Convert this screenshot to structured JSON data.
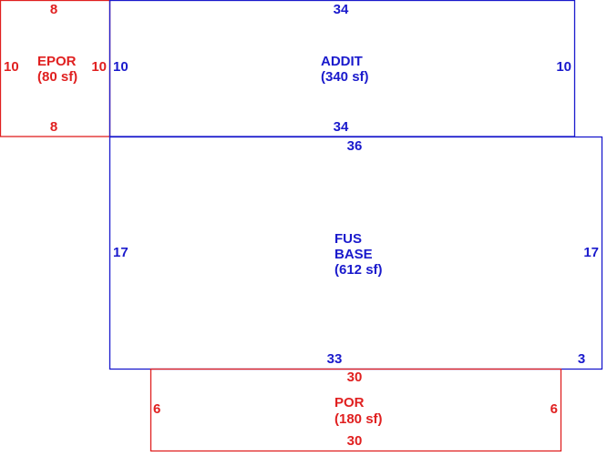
{
  "colors": {
    "porch": "#e02020",
    "living": "#1a1acc",
    "background": "#ffffff"
  },
  "areas": {
    "epor": {
      "name": "EPOR",
      "area": "(80 sf)",
      "top": "8",
      "bottom": "8",
      "left": "10",
      "right": "10"
    },
    "addit": {
      "name": "ADDIT",
      "area": "(340 sf)",
      "top": "34",
      "bottom": "34",
      "left": "10",
      "right": "10"
    },
    "fus_base": {
      "name_line1": "FUS",
      "name_line2": "BASE",
      "area": "(612 sf)",
      "top": "36",
      "bottom": "33",
      "bottom_right": "3",
      "left": "17",
      "right": "17"
    },
    "por": {
      "name": "POR",
      "area": "(180 sf)",
      "top": "30",
      "bottom": "30",
      "left": "6",
      "right": "6"
    }
  }
}
